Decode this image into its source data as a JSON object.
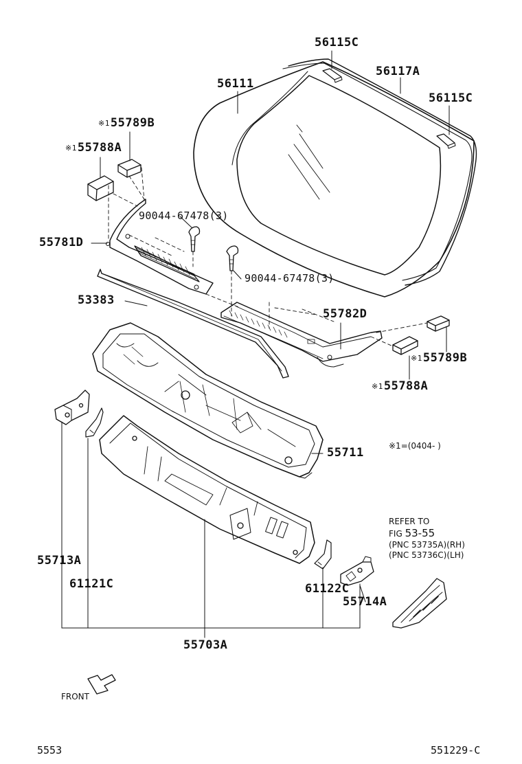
{
  "labels": {
    "p56115c_top": "56115C",
    "p56117a": "56117A",
    "p56111": "56111",
    "p56115c_right": "56115C",
    "p55789b_left": "55789B",
    "p55788a_left": "55788A",
    "p90044_left": "90044-67478(3)",
    "p55781d": "55781D",
    "p90044_mid": "90044-67478(3)",
    "p53383": "53383",
    "p55782d": "55782D",
    "p55789b_right": "55789B",
    "p55788a_right": "55788A",
    "p55711": "55711",
    "p55713a": "55713A",
    "p61121c": "61121C",
    "p61122c": "61122C",
    "p55714a": "55714A",
    "p55703a": "55703A"
  },
  "marks": {
    "symbol": "※1"
  },
  "notes": {
    "footnote": "※1=(0404-    )",
    "refer_line1": "REFER TO",
    "refer_fig_prefix": "FIG",
    "refer_fig_value": "53-55",
    "refer_pnc_rh": "(PNC 53735A)(RH)",
    "refer_pnc_lh": "(PNC 53736C)(LH)"
  },
  "footer": {
    "left_code": "5553",
    "right_code": "551229-C"
  },
  "front_label": "FRONT"
}
